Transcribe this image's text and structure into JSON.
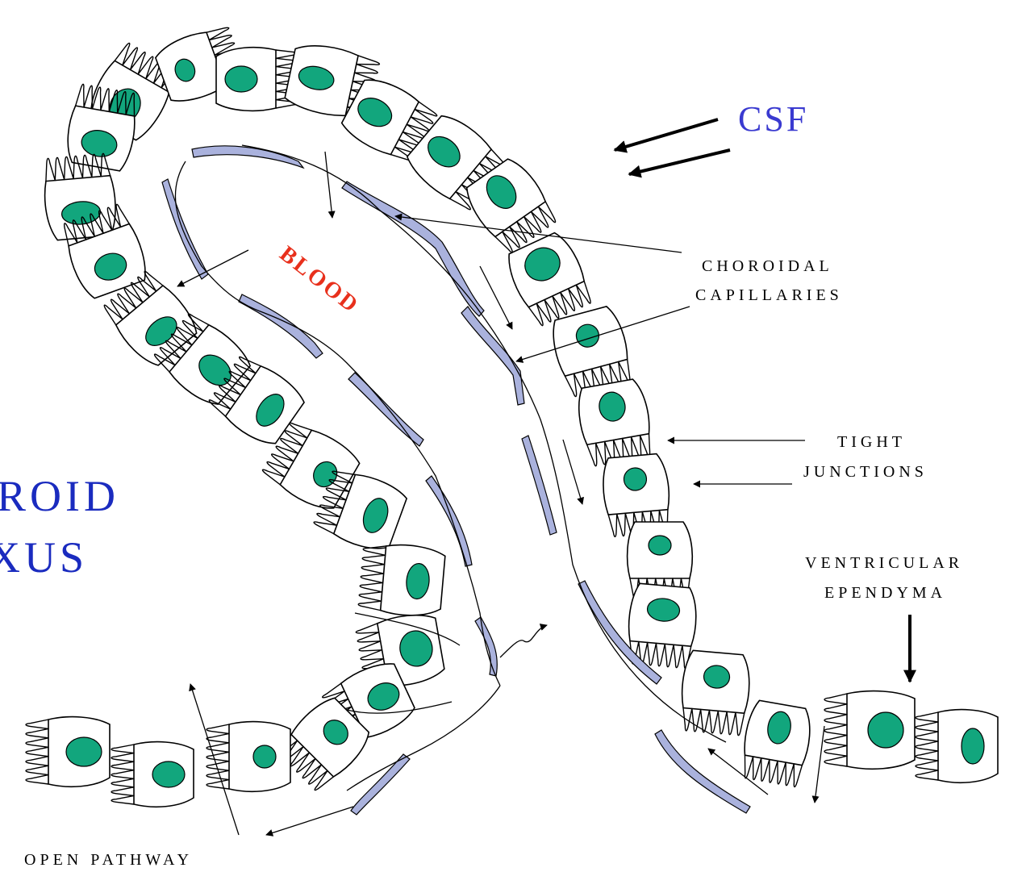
{
  "labels": {
    "csf": "CSF",
    "blood": "BLOOD",
    "choroidal_line1": "CHOROIDAL",
    "choroidal_line2": "CAPILLARIES",
    "tight_line1": "TIGHT",
    "tight_line2": "JUNCTIONS",
    "ventricular_line1": "VENTRICULAR",
    "ventricular_line2": "EPENDYMA",
    "plexus_line1": "ROID",
    "plexus_line2": "XUS",
    "open_pathway": "OPEN PATHWAY"
  },
  "colors": {
    "nucleus": "#12a67d",
    "capillary_wall": "#aab2dd",
    "csf_text": "#3a3ad0",
    "blood_text": "#e8301c",
    "plexus_text": "#1a2bbf"
  }
}
